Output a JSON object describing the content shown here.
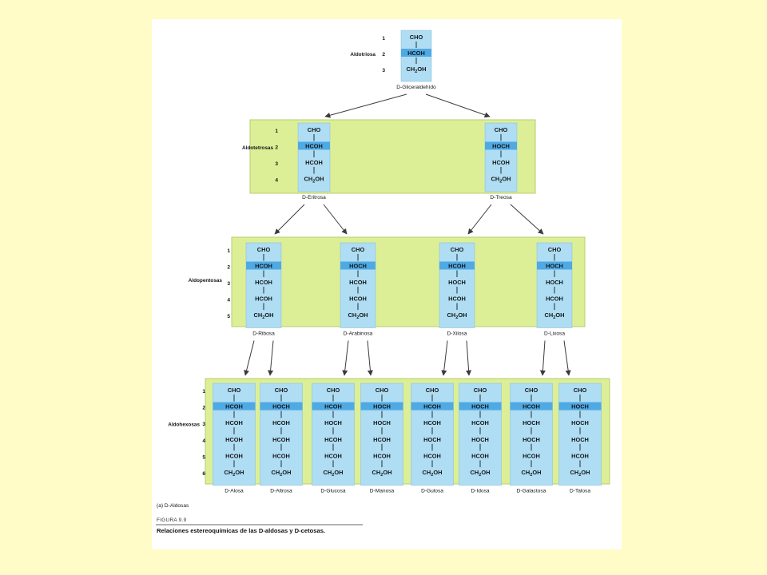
{
  "rows": [
    {
      "label": "Aldotriosa",
      "numbers": [
        "1",
        "2",
        "3"
      ],
      "structures": [
        {
          "name": "D-Gliceraldehído",
          "formulas": [
            "CHO",
            "HCOH",
            "CH2OH"
          ],
          "oh_sides": [
            "R"
          ]
        }
      ]
    },
    {
      "label": "Aldotetrosas",
      "numbers": [
        "1",
        "2",
        "3",
        "4"
      ],
      "structures": [
        {
          "name": "D-Eritrosa",
          "formulas": [
            "CHO",
            "HCOH",
            "HCOH",
            "CH2OH"
          ],
          "oh_sides": [
            "R",
            "R"
          ]
        },
        {
          "name": "D-Treosa",
          "formulas": [
            "CHO",
            "HOCH",
            "HCOH",
            "CH2OH"
          ],
          "oh_sides": [
            "L",
            "R"
          ]
        }
      ]
    },
    {
      "label": "Aldopentosas",
      "numbers": [
        "1",
        "2",
        "3",
        "4",
        "5"
      ],
      "structures": [
        {
          "name": "D-Ribosa",
          "formulas": [
            "CHO",
            "HCOH",
            "HCOH",
            "HCOH",
            "CH2OH"
          ],
          "oh_sides": [
            "R",
            "R",
            "R"
          ]
        },
        {
          "name": "D-Arabinosa",
          "formulas": [
            "CHO",
            "HOCH",
            "HCOH",
            "HCOH",
            "CH2OH"
          ],
          "oh_sides": [
            "L",
            "R",
            "R"
          ]
        },
        {
          "name": "D-Xilosa",
          "formulas": [
            "CHO",
            "HCOH",
            "HOCH",
            "HCOH",
            "CH2OH"
          ],
          "oh_sides": [
            "R",
            "L",
            "R"
          ]
        },
        {
          "name": "D-Lixosa",
          "formulas": [
            "CHO",
            "HOCH",
            "HOCH",
            "HCOH",
            "CH2OH"
          ],
          "oh_sides": [
            "L",
            "L",
            "R"
          ]
        }
      ]
    },
    {
      "label": "Aldohexosas",
      "numbers": [
        "1",
        "2",
        "3",
        "4",
        "5",
        "6"
      ],
      "structures": [
        {
          "name": "D-Alosa",
          "formulas": [
            "CHO",
            "HCOH",
            "HCOH",
            "HCOH",
            "HCOH",
            "CH2OH"
          ],
          "oh_sides": [
            "R",
            "R",
            "R",
            "R"
          ]
        },
        {
          "name": "D-Altrosa",
          "formulas": [
            "CHO",
            "HOCH",
            "HCOH",
            "HCOH",
            "HCOH",
            "CH2OH"
          ],
          "oh_sides": [
            "L",
            "R",
            "R",
            "R"
          ]
        },
        {
          "name": "D-Glucosa",
          "formulas": [
            "CHO",
            "HCOH",
            "HOCH",
            "HCOH",
            "HCOH",
            "CH2OH"
          ],
          "oh_sides": [
            "R",
            "L",
            "R",
            "R"
          ]
        },
        {
          "name": "D-Manosa",
          "formulas": [
            "CHO",
            "HOCH",
            "HOCH",
            "HCOH",
            "HCOH",
            "CH2OH"
          ],
          "oh_sides": [
            "L",
            "L",
            "R",
            "R"
          ]
        },
        {
          "name": "D-Gulosa",
          "formulas": [
            "CHO",
            "HCOH",
            "HCOH",
            "HOCH",
            "HCOH",
            "CH2OH"
          ],
          "oh_sides": [
            "R",
            "R",
            "L",
            "R"
          ]
        },
        {
          "name": "D-Idosa",
          "formulas": [
            "CHO",
            "HOCH",
            "HCOH",
            "HOCH",
            "HCOH",
            "CH2OH"
          ],
          "oh_sides": [
            "L",
            "R",
            "L",
            "R"
          ]
        },
        {
          "name": "D-Galactosa",
          "formulas": [
            "CHO",
            "HCOH",
            "HOCH",
            "HOCH",
            "HCOH",
            "CH2OH"
          ],
          "oh_sides": [
            "R",
            "L",
            "L",
            "R"
          ]
        },
        {
          "name": "D-Talosa",
          "formulas": [
            "CHO",
            "HOCH",
            "HOCH",
            "HOCH",
            "HCOH",
            "CH2OH"
          ],
          "oh_sides": [
            "L",
            "L",
            "L",
            "R"
          ]
        }
      ]
    }
  ],
  "highlight_carbon": "2",
  "panel_label": "(a) D-Aldosas",
  "figure_label": "FIGURA 9.9",
  "caption": "Relaciones estereoquímicas de las D-aldosas y D-cetosas.",
  "colors": {
    "page_background": "#fffcc7",
    "band": "#dcef96",
    "card": "#aeddf4",
    "highlight": "#4fa9e3"
  }
}
